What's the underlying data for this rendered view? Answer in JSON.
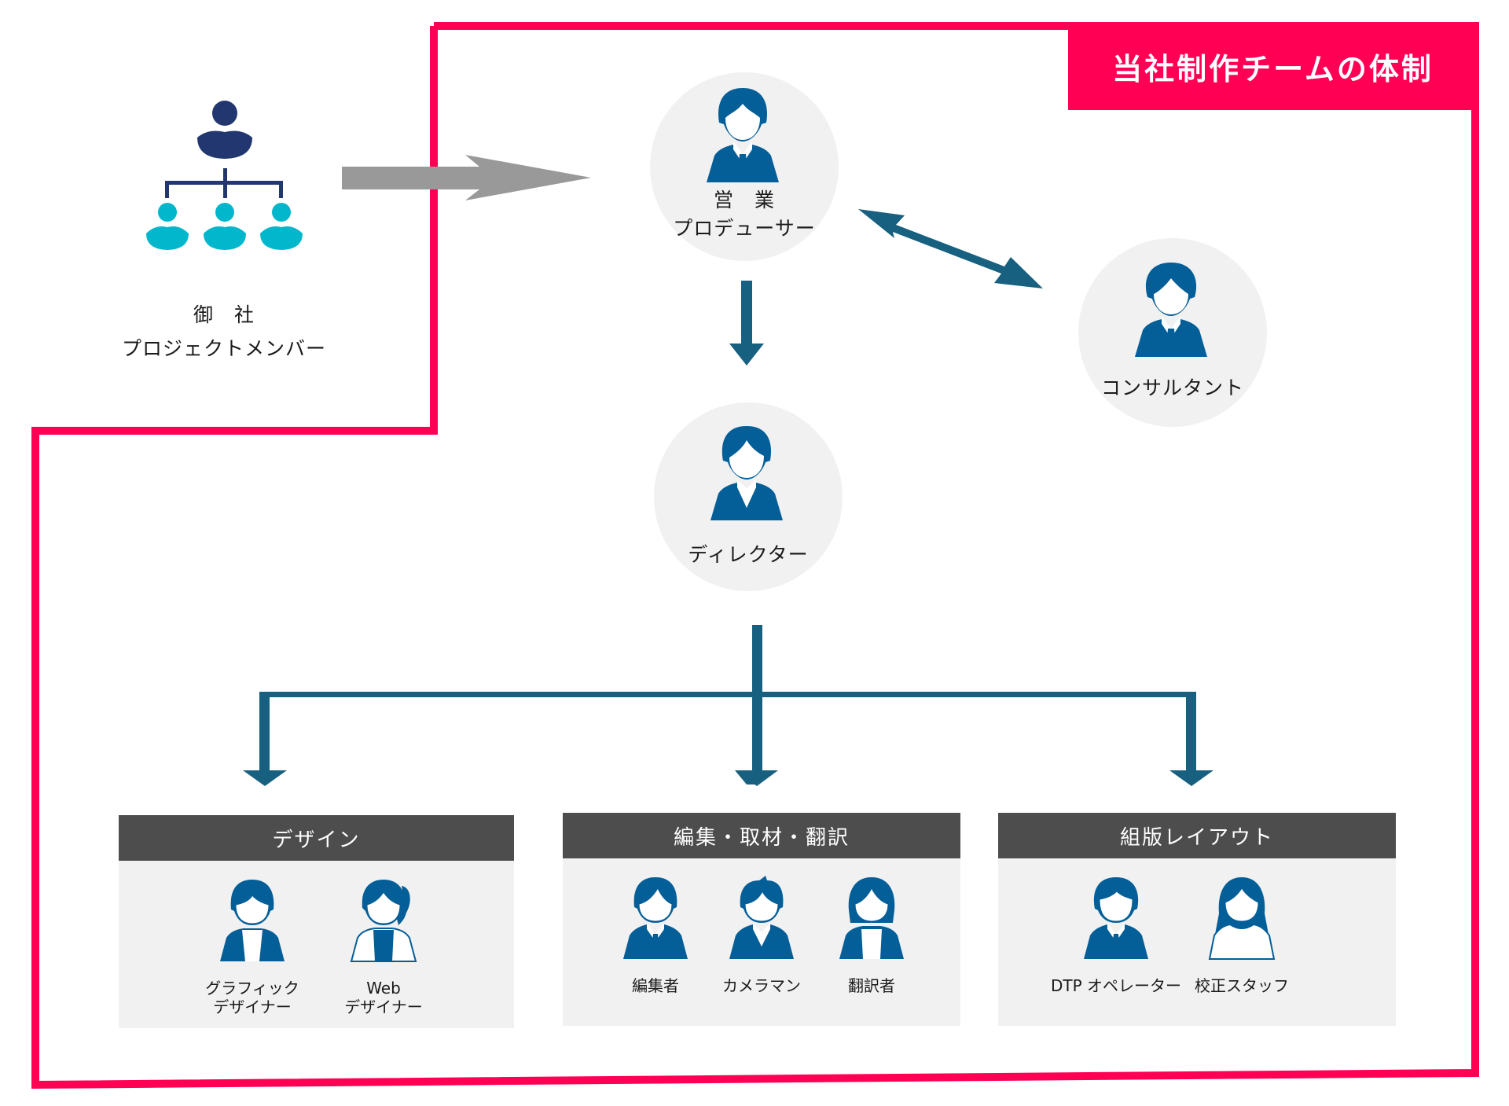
{
  "title": "当社制作チームの体制",
  "colors": {
    "accent": "#ff0055",
    "arrow_primary": "#17607f",
    "arrow_client": "#999999",
    "person": "#045e98",
    "client_leader": "#22376f",
    "client_member": "#02b7cc",
    "circle_bg": "#f1f1f1",
    "team_header": "#4d4d4d"
  },
  "client": {
    "label_line1": "御　社",
    "label_line2": "プロジェクトメンバー",
    "icon": "org-chart-icon"
  },
  "nodes": {
    "producer": {
      "line1": "営　業",
      "line2": "プロデューサー",
      "icon": "businessman-icon"
    },
    "consultant": {
      "label": "コンサルタント",
      "icon": "businessman-icon"
    },
    "director": {
      "label": "ディレクター",
      "icon": "businessman-icon"
    }
  },
  "teams": [
    {
      "name": "デザイン",
      "members": [
        {
          "line1": "グラフィック",
          "line2": "デザイナー",
          "icon": "person-cardigan-icon"
        },
        {
          "line1": "Web",
          "line2": "デザイナー",
          "icon": "woman-ponytail-icon"
        }
      ]
    },
    {
      "name": "編集・取材・翻訳",
      "members": [
        {
          "line1": "編集者",
          "icon": "businessman-icon"
        },
        {
          "line1": "カメラマン",
          "icon": "man-open-collar-icon"
        },
        {
          "line1": "翻訳者",
          "icon": "woman-bob-icon"
        }
      ]
    },
    {
      "name": "組版レイアウト",
      "members": [
        {
          "line1": "DTP オペレーター",
          "icon": "businessman-icon"
        },
        {
          "line1": "校正スタッフ",
          "icon": "woman-long-hair-icon"
        }
      ]
    }
  ],
  "connections": [
    {
      "from": "client",
      "to": "producer",
      "type": "single-arrow"
    },
    {
      "from": "producer",
      "to": "consultant",
      "type": "double-arrow"
    },
    {
      "from": "producer",
      "to": "director",
      "type": "single-arrow"
    },
    {
      "from": "director",
      "to": "デザイン",
      "type": "branch-arrow"
    },
    {
      "from": "director",
      "to": "編集・取材・翻訳",
      "type": "branch-arrow"
    },
    {
      "from": "director",
      "to": "組版レイアウト",
      "type": "branch-arrow"
    }
  ]
}
